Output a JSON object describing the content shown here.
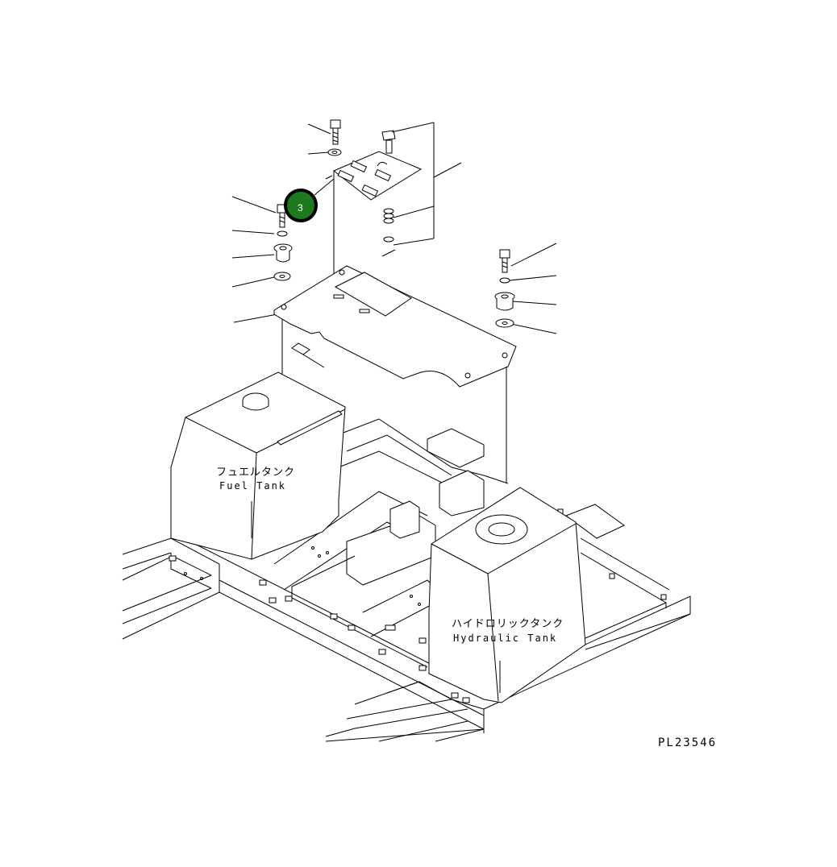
{
  "labels": {
    "fuel_tank_jp": "フュエルタンク",
    "fuel_tank_en": "Fuel Tank",
    "hydraulic_tank_jp": "ハイドロリックタンク",
    "hydraulic_tank_en": "Hydraulic Tank",
    "drawing_code": "PL23546"
  },
  "callout": {
    "number": "3",
    "fill_color": "#1e7a1e",
    "ring_color": "#000000"
  }
}
